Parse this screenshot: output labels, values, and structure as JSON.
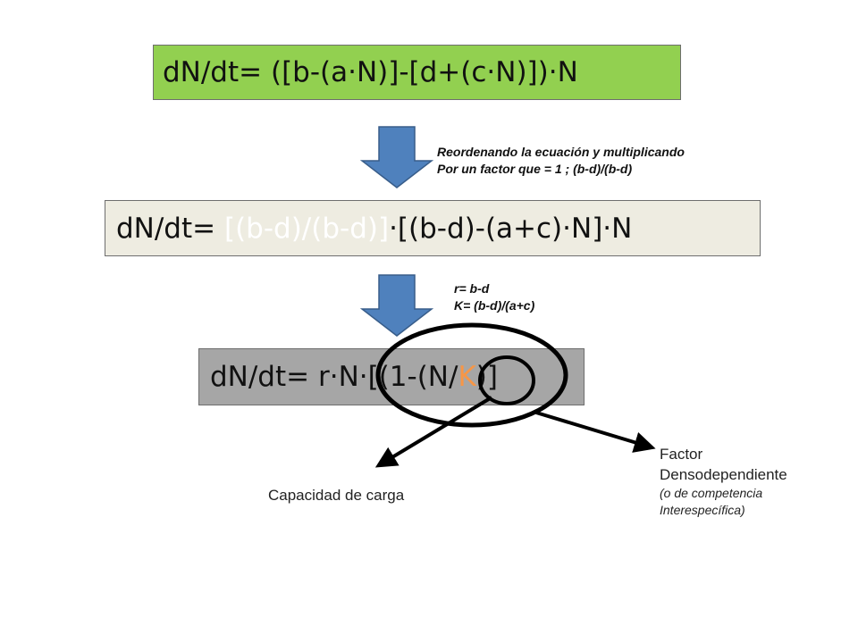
{
  "equations": {
    "eq1": "dN/dt= ([b-(a·N)]-[d+(c·N)])·N",
    "eq2": {
      "prefix": "dN/dt= ",
      "faded_part": "[(b-d)/(b-d)]",
      "suffix": "·[(b-d)-(a+c)·N]·N"
    },
    "eq3": {
      "prefix": "dN/dt= r·N·[(1-(N/",
      "highlight": "K",
      "suffix": ")]"
    }
  },
  "notes": {
    "step1": [
      "Reordenando la ecuación y multiplicando",
      "Por un factor que = 1 ; (b-d)/(b-d)"
    ],
    "step2": [
      "r= b-d",
      "K= (b-d)/(a+c)"
    ]
  },
  "labels": {
    "carrying_capacity": "Capacidad de carga",
    "factor_title_1": "Factor",
    "factor_title_2": "Densodependiente",
    "factor_sub_1": "(o de competencia",
    "factor_sub_2": "Interespecífica)"
  },
  "colors": {
    "eq1_bg": "#92d050",
    "eq2_bg": "#eeece1",
    "eq3_bg": "#a6a6a6",
    "arrow_fill": "#4f81bd",
    "highlight": "#f79646"
  }
}
